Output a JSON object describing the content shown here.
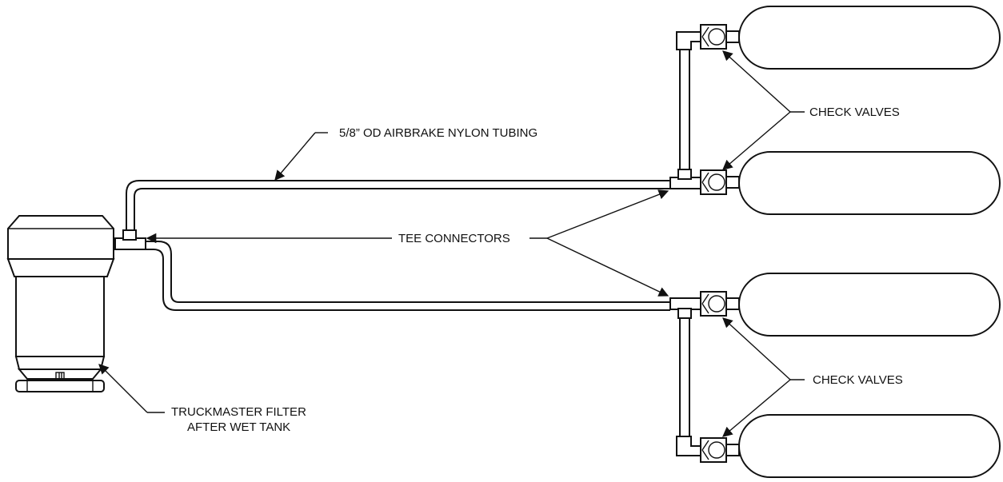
{
  "labels": {
    "tubing": "5/8” OD AIRBRAKE NYLON TUBING",
    "check_valves_upper": "CHECK VALVES",
    "tee_connectors": "TEE CONNECTORS",
    "check_valves_lower": "CHECK VALVES",
    "filter_line1": "TRUCKMASTER FILTER",
    "filter_line2": "AFTER WET TANK"
  },
  "colors": {
    "line": "#111111",
    "background": "#ffffff"
  }
}
